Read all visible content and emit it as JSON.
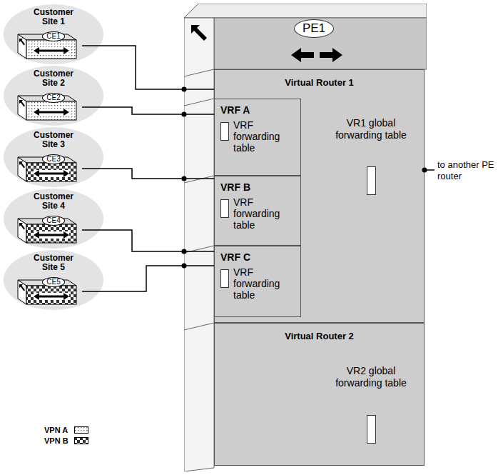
{
  "diagram": {
    "nodes": [
      {
        "text": [
          "Customer Site 1"
        ]
      },
      {
        "text": [
          "CE1"
        ],
        "in": 0
      },
      {
        "text": [
          "Customer Site 2"
        ]
      },
      {
        "text": [
          "CE2"
        ],
        "in": 2
      },
      {
        "text": [
          "Customer Site 3"
        ]
      },
      {
        "text": [
          "CE3"
        ],
        "in": 4
      },
      {
        "text": [
          "Customer Site 4"
        ]
      },
      {
        "text": [
          "CE4"
        ],
        "in": 6
      },
      {
        "text": [
          "Customer Site 5"
        ]
      },
      {
        "text": [
          "CE5"
        ],
        "in": 8
      },
      {
        "text": [
          "PE1"
        ]
      },
      {
        "text": [
          "Virtual Router 1",
          "VR1 global forwarding table"
        ],
        "in": 10
      },
      {
        "text": [
          "VRF A",
          "VRF forwarding table"
        ],
        "in": 11
      },
      {
        "text": [
          "VRF B",
          "VRF forwarding table"
        ],
        "in": 11
      },
      {
        "text": [
          "VRF C",
          "VRF forwarding table"
        ],
        "in": 11
      },
      {
        "text": [
          "Virtual Router 2",
          "VR2 global forwarding table"
        ],
        "in": 10
      }
    ],
    "edges": [
      {
        "from": 1,
        "to": 11,
        "arrow": "none"
      },
      {
        "from": 3,
        "to": 12,
        "arrow": "none"
      },
      {
        "from": 5,
        "to": 13,
        "arrow": "none"
      },
      {
        "from": 7,
        "to": 14,
        "arrow": "none"
      },
      {
        "from": 9,
        "to": 14,
        "arrow": "none"
      }
    ],
    "labels": [
      "to another PE router"
    ],
    "legend": [
      {
        "text": "VPN A"
      },
      {
        "text": "VPN B"
      }
    ]
  }
}
